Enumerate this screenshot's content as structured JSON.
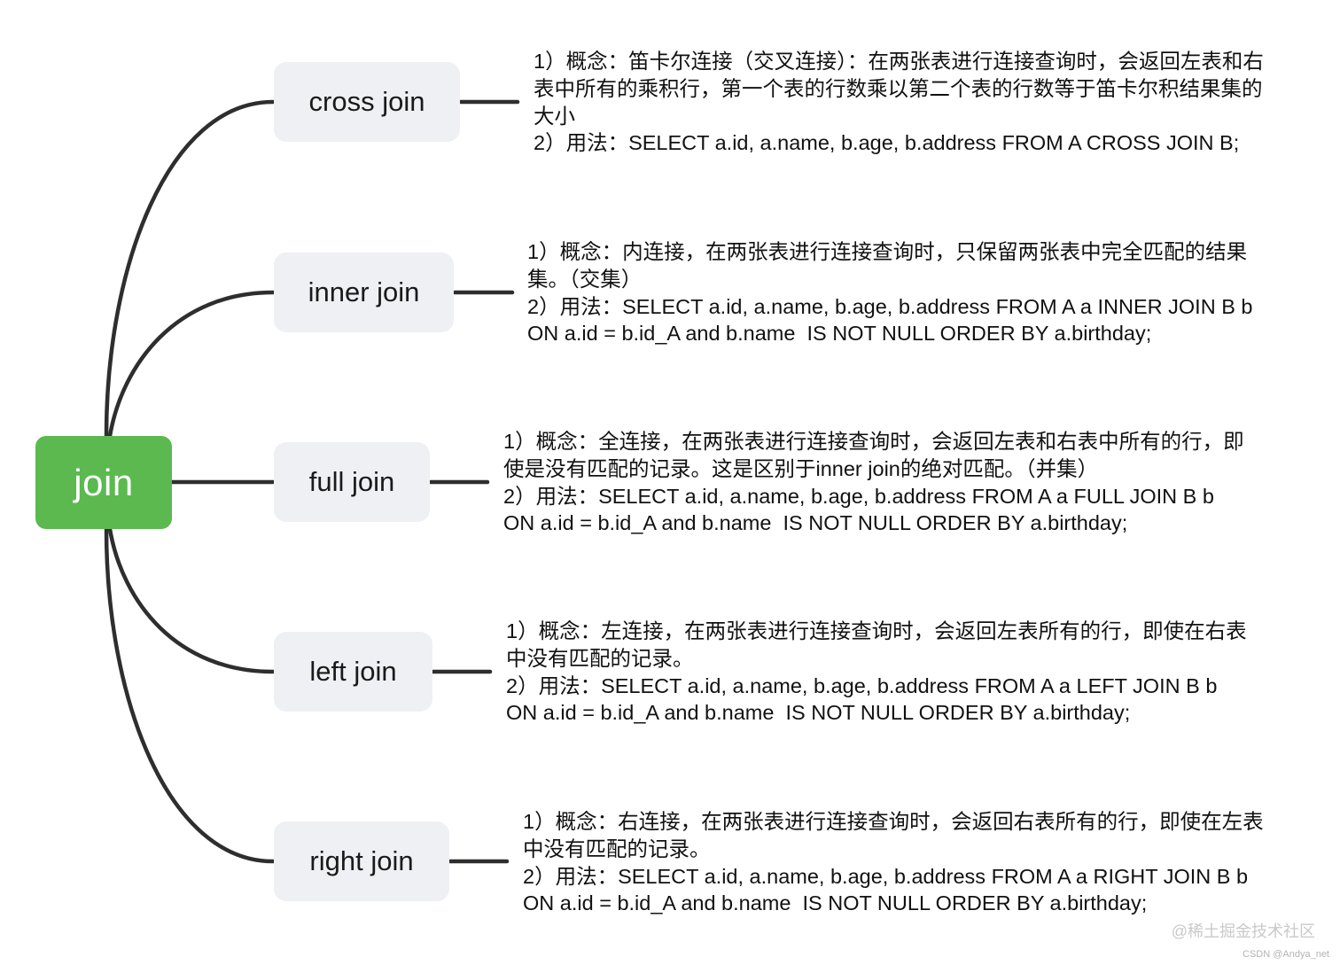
{
  "colors": {
    "root_fill": "#5bb950",
    "root_text": "#ffffff",
    "branch_fill": "#eef0f3",
    "connector": "#2e2e2e"
  },
  "root": {
    "label": "join"
  },
  "branches": [
    {
      "label": "cross join",
      "description": [
        "1）概念：笛卡尔连接（交叉连接）：在两张表进行连接查询时，会返回左表和右",
        "表中所有的乘积行，第一个表的行数乘以第二个表的行数等于笛卡尔积结果集的",
        "大小",
        "2）用法：SELECT a.id, a.name, b.age, b.address FROM A CROSS JOIN B;"
      ]
    },
    {
      "label": "inner join",
      "description": [
        "1）概念：内连接，在两张表进行连接查询时，只保留两张表中完全匹配的结果",
        "集。（交集）",
        "2）用法：SELECT a.id, a.name, b.age, b.address FROM A a INNER JOIN B b",
        "ON a.id = b.id_A and b.name  IS NOT NULL ORDER BY a.birthday;"
      ]
    },
    {
      "label": "full join",
      "description": [
        "1）概念：全连接，在两张表进行连接查询时，会返回左表和右表中所有的行，即",
        "使是没有匹配的记录。这是区别于inner join的绝对匹配。（并集）",
        "2）用法：SELECT a.id, a.name, b.age, b.address FROM A a FULL JOIN B b",
        "ON a.id = b.id_A and b.name  IS NOT NULL ORDER BY a.birthday;"
      ]
    },
    {
      "label": "left join",
      "description": [
        "1）概念：左连接，在两张表进行连接查询时，会返回左表所有的行，即使在右表",
        "中没有匹配的记录。",
        "2）用法：SELECT a.id, a.name, b.age, b.address FROM A a LEFT JOIN B b",
        "ON a.id = b.id_A and b.name  IS NOT NULL ORDER BY a.birthday;"
      ]
    },
    {
      "label": "right join",
      "description": [
        "1）概念：右连接，在两张表进行连接查询时，会返回右表所有的行，即使在左表",
        "中没有匹配的记录。",
        "2）用法：SELECT a.id, a.name, b.age, b.address FROM A a RIGHT JOIN B b",
        "ON a.id = b.id_A and b.name  IS NOT NULL ORDER BY a.birthday;"
      ]
    }
  ],
  "watermark": "@稀土掘金技术社区",
  "credit": "CSDN @Andya_net"
}
